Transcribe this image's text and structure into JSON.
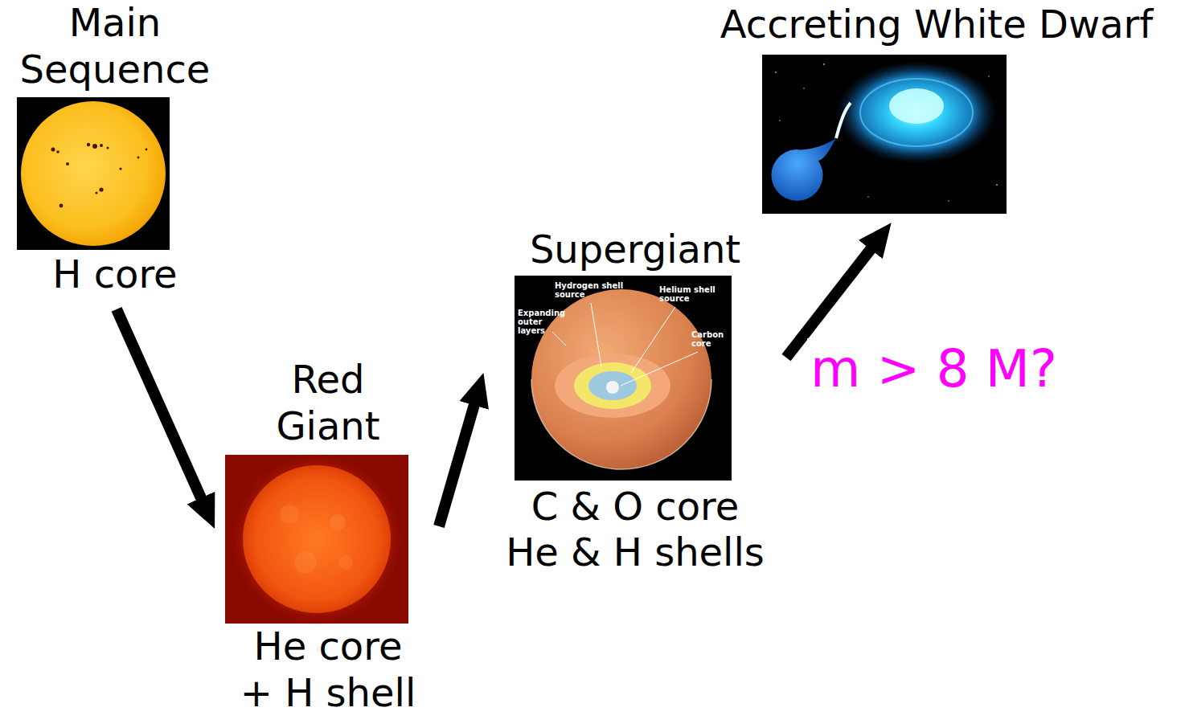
{
  "diagram": {
    "nodes": [
      {
        "text": [
          "Main Sequence",
          "H core"
        ]
      },
      {
        "text": [
          "Red Giant",
          "He core + H shell"
        ]
      },
      {
        "text": [
          "Supergiant",
          "C & O core He & H shells"
        ]
      },
      {
        "text": [
          "Accreting White Dwarf"
        ]
      }
    ],
    "edges": [
      {
        "from": 0,
        "to": 1,
        "arrow": "to"
      },
      {
        "from": 1,
        "to": 2,
        "arrow": "to"
      },
      {
        "from": 2,
        "to": 3,
        "arrow": "to",
        "label": "m > 8 M?"
      }
    ],
    "labels": [
      "Hydrogen shell source",
      "Helium shell source",
      "Expanding outer layers",
      "Carbon core"
    ]
  }
}
